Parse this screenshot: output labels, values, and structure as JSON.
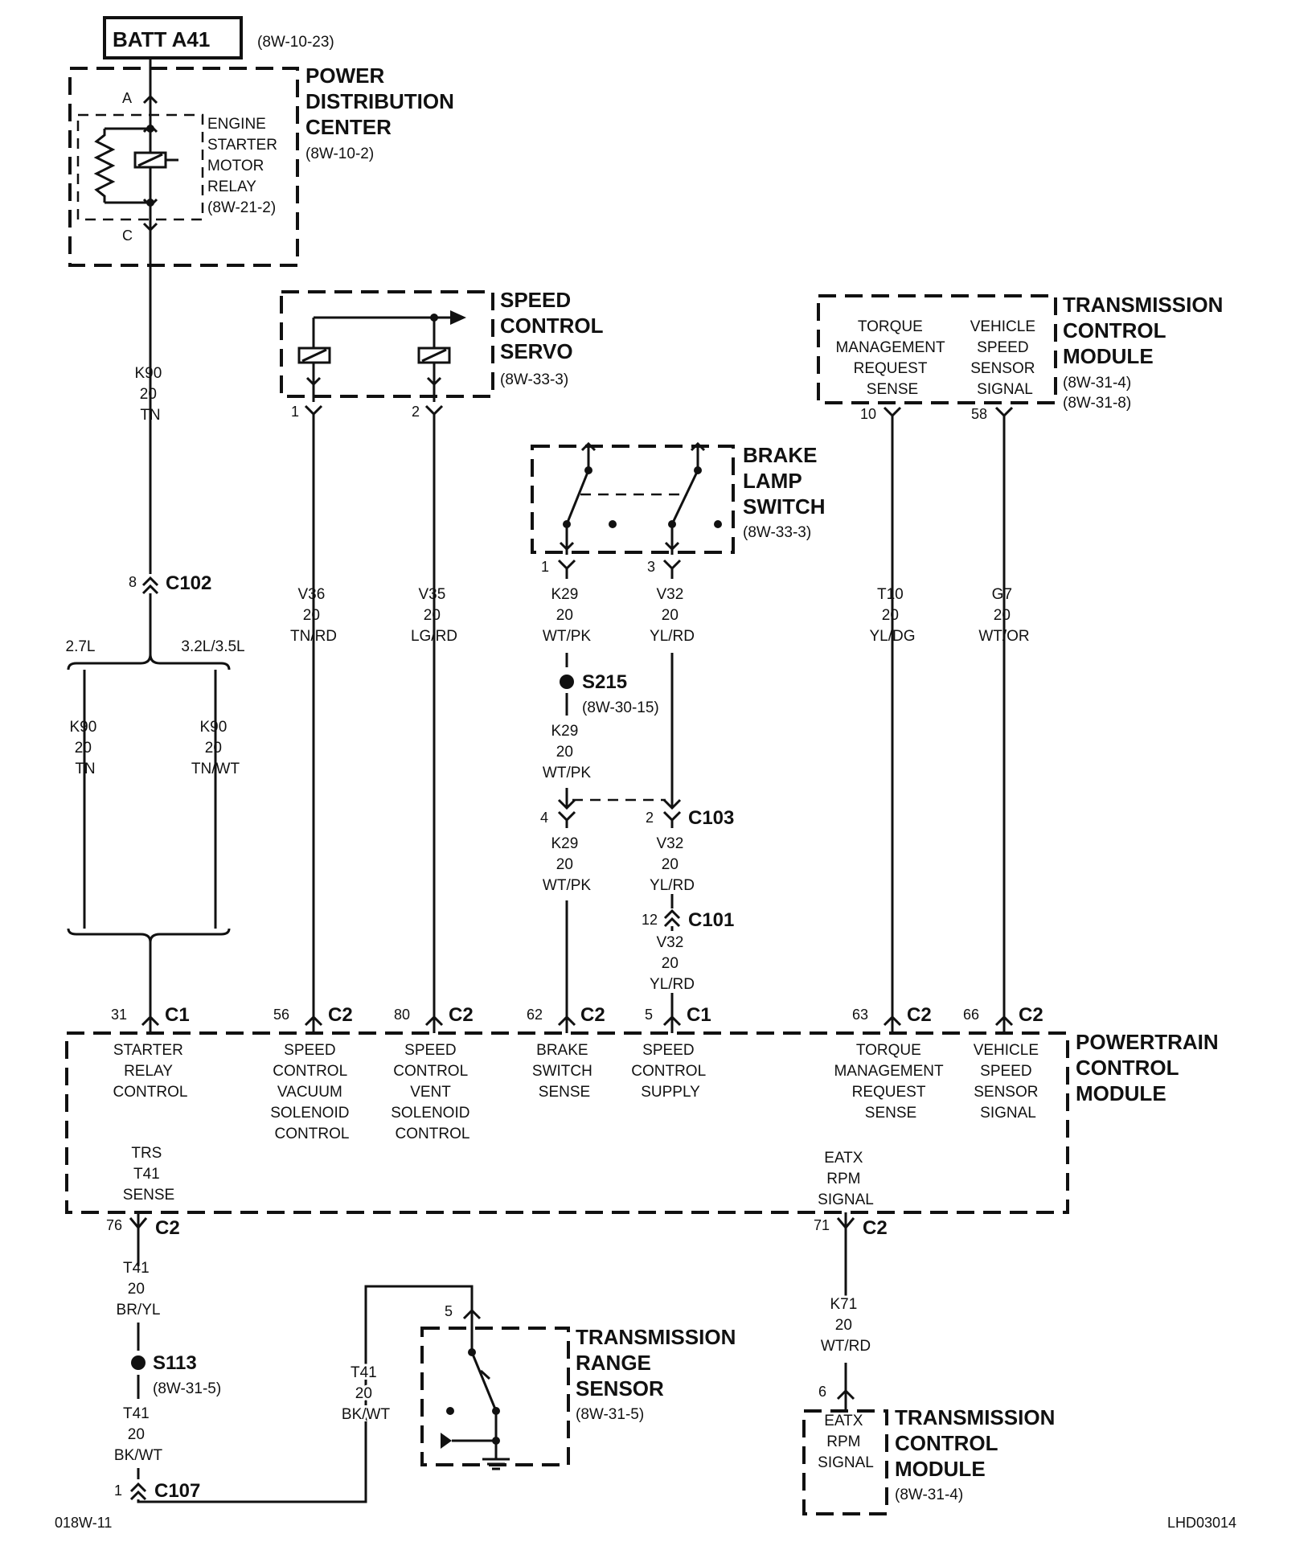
{
  "battery": {
    "label": "BATT A41",
    "ref": "(8W-10-23)"
  },
  "pdc": {
    "title": [
      "POWER",
      "DISTRIBUTION",
      "CENTER"
    ],
    "ref": "(8W-10-2)",
    "relay": [
      "ENGINE",
      "STARTER",
      "MOTOR",
      "RELAY",
      "(8W-21-2)"
    ],
    "pin_a": "A",
    "pin_c": "C"
  },
  "k90_main": [
    "K90",
    "20",
    "TN"
  ],
  "c102": {
    "name": "C102",
    "pin": "8"
  },
  "engines": {
    "left": "2.7L",
    "right": "3.2L/3.5L"
  },
  "k90_left": [
    "K90",
    "20",
    "TN"
  ],
  "k90_right": [
    "K90",
    "20",
    "TN/WT"
  ],
  "servo": {
    "title": [
      "SPEED",
      "CONTROL",
      "SERVO"
    ],
    "ref": "(8W-33-3)",
    "pin1": "1",
    "pin2": "2"
  },
  "v36": [
    "V36",
    "20",
    "TN/RD"
  ],
  "v35": [
    "V35",
    "20",
    "LG/RD"
  ],
  "brake": {
    "title": [
      "BRAKE",
      "LAMP",
      "SWITCH"
    ],
    "ref": "(8W-33-3)",
    "pin1": "1",
    "pin3": "3"
  },
  "k29_top": [
    "K29",
    "20",
    "WT/PK"
  ],
  "v32_top": [
    "V32",
    "20",
    "YL/RD"
  ],
  "s215": {
    "name": "S215",
    "ref": "(8W-30-15)"
  },
  "k29_mid": [
    "K29",
    "20",
    "WT/PK"
  ],
  "c103": {
    "name": "C103",
    "pin_left": "4",
    "pin_right": "2"
  },
  "k29_bot": [
    "K29",
    "20",
    "WT/PK"
  ],
  "v32_mid": [
    "V32",
    "20",
    "YL/RD"
  ],
  "c101": {
    "name": "C101",
    "pin": "12"
  },
  "v32_bot": [
    "V32",
    "20",
    "YL/RD"
  ],
  "tcm_top": {
    "title": [
      "TRANSMISSION",
      "CONTROL",
      "MODULE"
    ],
    "refs": [
      "(8W-31-4)",
      "(8W-31-8)"
    ],
    "left_label": [
      "TORQUE",
      "MANAGEMENT",
      "REQUEST",
      "SENSE"
    ],
    "right_label": [
      "VEHICLE",
      "SPEED",
      "SENSOR",
      "SIGNAL"
    ],
    "pin_left": "10",
    "pin_right": "58"
  },
  "t10": [
    "T10",
    "20",
    "YL/DG"
  ],
  "g7": [
    "G7",
    "20",
    "WT/OR"
  ],
  "pcm": {
    "title": [
      "POWERTRAIN",
      "CONTROL",
      "MODULE"
    ],
    "pins": [
      {
        "num": "31",
        "conn": "C1",
        "label": [
          "STARTER",
          "RELAY",
          "CONTROL"
        ]
      },
      {
        "num": "56",
        "conn": "C2",
        "label": [
          "SPEED",
          "CONTROL",
          "VACUUM",
          "SOLENOID",
          "CONTROL"
        ]
      },
      {
        "num": "80",
        "conn": "C2",
        "label": [
          "SPEED",
          "CONTROL",
          "VENT",
          "SOLENOID",
          "CONTROL"
        ]
      },
      {
        "num": "62",
        "conn": "C2",
        "label": [
          "BRAKE",
          "SWITCH",
          "SENSE"
        ]
      },
      {
        "num": "5",
        "conn": "C1",
        "label": [
          "SPEED",
          "CONTROL",
          "SUPPLY"
        ]
      },
      {
        "num": "63",
        "conn": "C2",
        "label": [
          "TORQUE",
          "MANAGEMENT",
          "REQUEST",
          "SENSE"
        ]
      },
      {
        "num": "66",
        "conn": "C2",
        "label": [
          "VEHICLE",
          "SPEED",
          "SENSOR",
          "SIGNAL"
        ]
      }
    ],
    "bottom_pins": [
      {
        "num": "76",
        "conn": "C2",
        "label": [
          "TRS",
          "T41",
          "SENSE"
        ]
      },
      {
        "num": "71",
        "conn": "C2",
        "label": [
          "EATX",
          "RPM",
          "SIGNAL"
        ]
      }
    ]
  },
  "t41_top": [
    "T41",
    "20",
    "BR/YL"
  ],
  "s113": {
    "name": "S113",
    "ref": "(8W-31-5)"
  },
  "t41_bot": [
    "T41",
    "20",
    "BK/WT"
  ],
  "c107": {
    "name": "C107",
    "pin": "1"
  },
  "t41_right": [
    "T41",
    "20",
    "BK/WT"
  ],
  "trs": {
    "title": [
      "TRANSMISSION",
      "RANGE",
      "SENSOR"
    ],
    "ref": "(8W-31-5)",
    "pin": "5"
  },
  "k71": [
    "K71",
    "20",
    "WT/RD"
  ],
  "tcm_bot": {
    "title": [
      "TRANSMISSION",
      "CONTROL",
      "MODULE"
    ],
    "ref": "(8W-31-4)",
    "label": [
      "EATX",
      "RPM",
      "SIGNAL"
    ],
    "pin": "6"
  },
  "footer": {
    "left": "018W-11",
    "right": "LHD03014"
  }
}
